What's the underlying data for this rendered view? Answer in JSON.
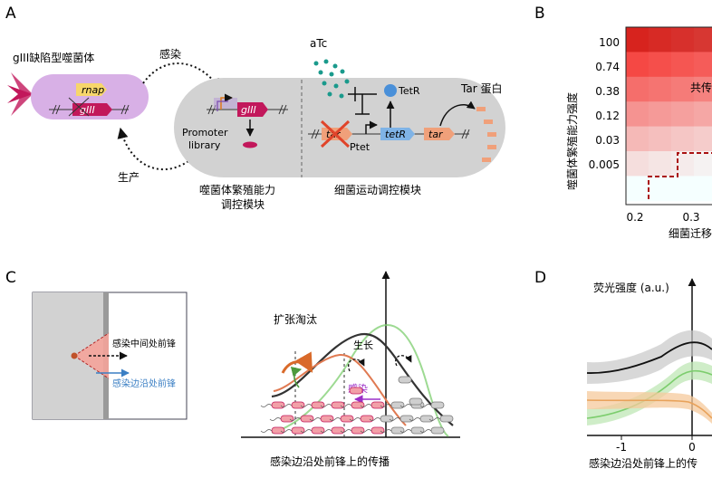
{
  "panels": {
    "A": {
      "label": "A",
      "phage_title": "gIII缺陷型噬菌体",
      "rnap": "rnap",
      "gIII": "gIII",
      "infect": "感染",
      "produce": "生产",
      "promoter_library": [
        "Promoter",
        "library"
      ],
      "gIII_host": "gIII",
      "atc": "aTc",
      "tetr_label": "TetR",
      "tar": "tar",
      "ptet": "Ptet",
      "tetR_gene": "tetR",
      "tar2": "tar",
      "tar_protein": "Tar 蛋白",
      "module1": [
        "噬菌体繁殖能力",
        "调控模块"
      ],
      "module2": "细菌运动调控模块"
    },
    "B": {
      "label": "B",
      "ylabel": "噬菌体繁殖能力强度",
      "yticks": [
        "100",
        "0.74",
        "0.38",
        "0.12",
        "0.03",
        "0.005"
      ],
      "xticks": [
        "0.2",
        "0.3"
      ],
      "xlabel_partial": "细菌迁移",
      "region_text": "共传"
    },
    "C": {
      "label": "C",
      "front_middle": "感染中间处前锋",
      "front_edge": "感染边沿处前锋",
      "expand_label": "扩张淘汰",
      "growth": "生长",
      "infection": "感染",
      "caption": "感染边沿处前锋上的传播"
    },
    "D": {
      "label": "D",
      "ylabel": "荧光强度 (a.u.)",
      "xticks": [
        "-1",
        "0"
      ],
      "xlabel_partial": "感染边沿处前锋上的传"
    }
  },
  "colors": {
    "purple": "#d8b0e6",
    "magenta": "#c2185b",
    "rnap_yellow": "#f7d66b",
    "cell_grey": "#d2d2d2",
    "teal": "#1a9a8c",
    "tetr_blue": "#4a90d9",
    "tar_orange": "#f0a07a",
    "heat_dark": "#cc0000",
    "dashed_red": "#aa1111",
    "green": "#7ccd6d",
    "orange": "#e07a52",
    "arrow_blue": "#3b7fc4",
    "infect_purple": "#9b30c8"
  }
}
